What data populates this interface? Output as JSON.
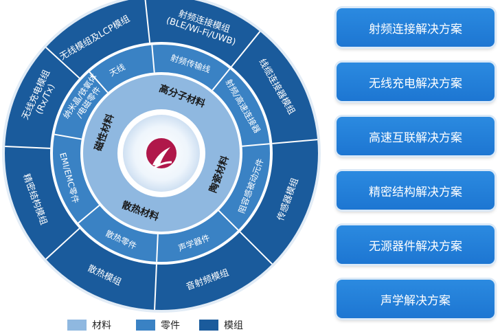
{
  "outer_ring": [
    {
      "label": "无线模组及LCP模组",
      "angle": -30
    },
    {
      "label": "射频连接模组",
      "label2": "(BLE/Wi-Fi/UWB)",
      "angle": 18
    },
    {
      "label": "线缆连接器模组",
      "angle": 60
    },
    {
      "label": "传感器模组",
      "angle": 110
    },
    {
      "label": "音射频模组",
      "angle": 160
    },
    {
      "label": "散热模组",
      "angle": 205
    },
    {
      "label": "精密结构模组",
      "angle": 250
    },
    {
      "label": "无线充电模组",
      "label2": "(Rx/Tx)",
      "angle": 295
    }
  ],
  "middle_ring": [
    {
      "label": "天线",
      "angle": -28
    },
    {
      "label": "射频传输线",
      "angle": 18
    },
    {
      "label": "射频/高速连接器",
      "angle": 60
    },
    {
      "label": "阻容感被动元件",
      "angle": 110
    },
    {
      "label": "声学器件",
      "angle": 160
    },
    {
      "label": "散热零件",
      "angle": 205
    },
    {
      "label": "EMI/EMC零件",
      "angle": 255
    },
    {
      "label": "纳米晶/铁氧体",
      "label2": "/电磁零件",
      "angle": 305
    }
  ],
  "inner_ring": [
    {
      "label": "高分子材料",
      "angle": 20
    },
    {
      "label": "陶瓷材料",
      "angle": 110
    },
    {
      "label": "散热材料",
      "angle": 200
    },
    {
      "label": "磁性材料",
      "angle": 290
    }
  ],
  "solutions": [
    "射频连接解决方案",
    "无线充电解决方案",
    "高速互联解决方案",
    "精密结构解决方案",
    "无源器件解决方案",
    "声学解决方案"
  ],
  "legend": [
    {
      "label": "材料",
      "color": "#8fb8e0"
    },
    {
      "label": "零件",
      "color": "#3a82c4"
    },
    {
      "label": "模组",
      "color": "#1a5b9c"
    }
  ],
  "colors": {
    "outer": "#1a5b9c",
    "middle": "#3a82c4",
    "inner": "#8fb8e0",
    "logo": "#b0174a"
  }
}
